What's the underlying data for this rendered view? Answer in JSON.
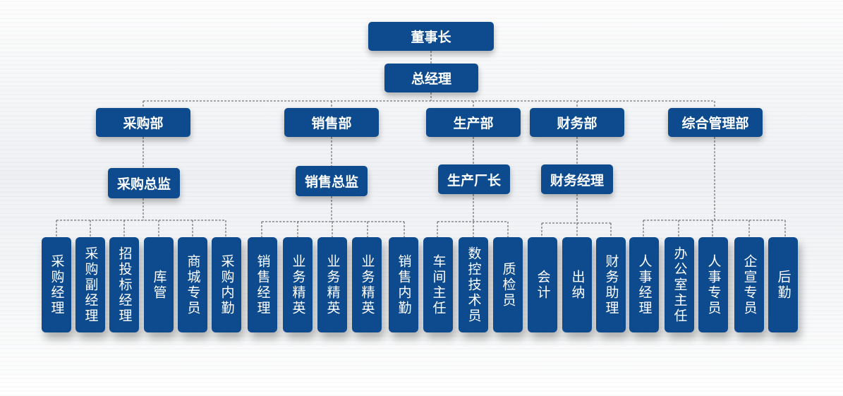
{
  "chairman": "董事长",
  "general_manager": "总经理",
  "departments": {
    "purchasing": {
      "name": "采购部",
      "head": "采购总监",
      "roles": [
        "采购经理",
        "采购副经理",
        "招投标经理",
        "库管",
        "商城专员",
        "采购内勤"
      ]
    },
    "sales": {
      "name": "销售部",
      "head": "销售总监",
      "roles": [
        "销售经理",
        "业务精英",
        "业务精英",
        "业务精英",
        "销售内勤"
      ]
    },
    "production": {
      "name": "生产部",
      "head": "生产厂长",
      "roles": [
        "车间主任",
        "数控技术员",
        "质检员"
      ]
    },
    "finance": {
      "name": "财务部",
      "head": "财务经理",
      "roles": [
        "会计",
        "出纳",
        "财务助理"
      ]
    },
    "general_admin": {
      "name": "综合管理部",
      "roles": [
        "人事经理",
        "办公室主任",
        "人事专员",
        "企宣专员",
        "后勤"
      ]
    }
  },
  "colors": {
    "box_fill": "#0d4b8e",
    "box_text": "#ffffff",
    "connector": "#555555"
  }
}
